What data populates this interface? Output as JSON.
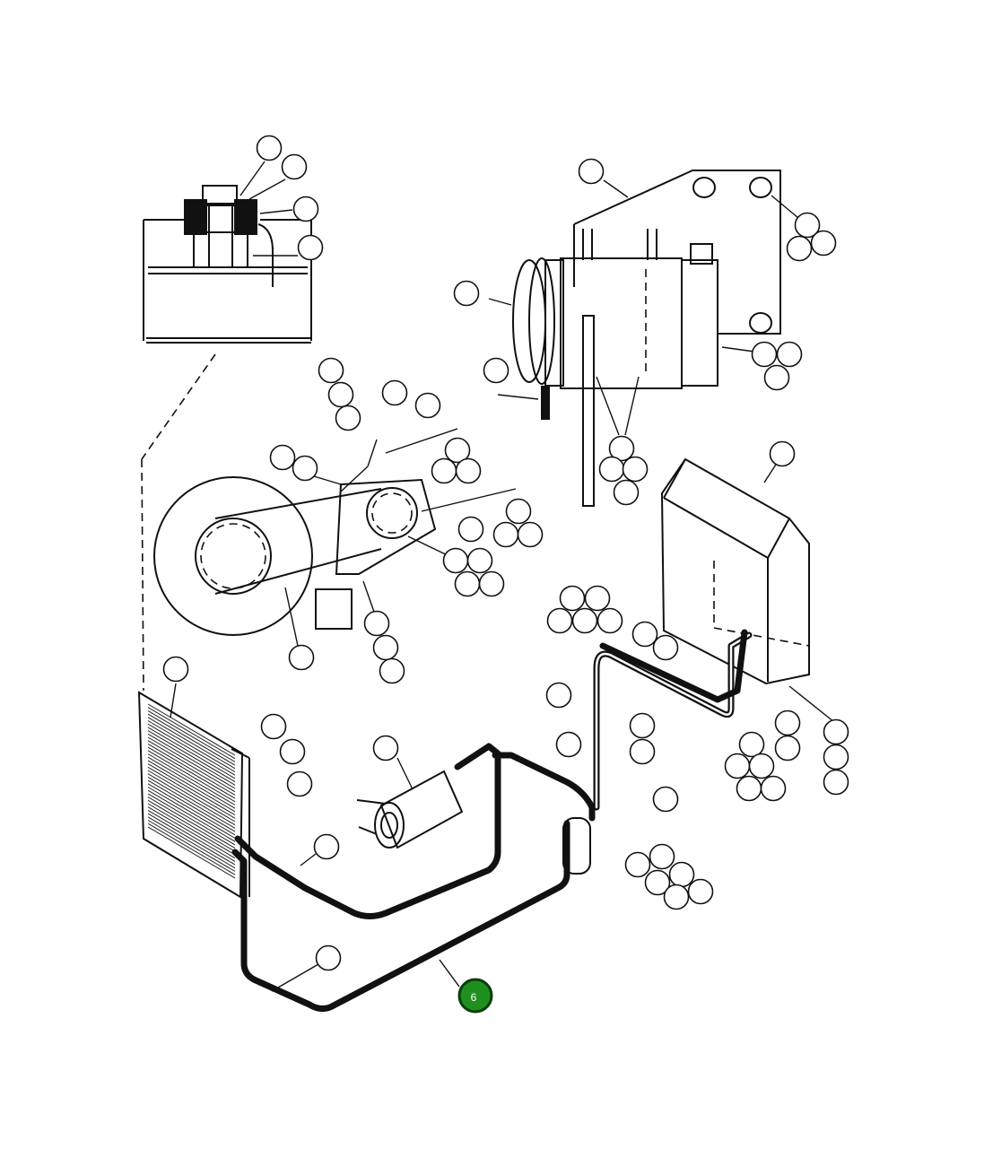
{
  "diagram": {
    "highlight_color": "#1f8f1f",
    "line_color": "#111111",
    "background": "#ffffff",
    "callouts": [
      {
        "id": "c1",
        "label": ""
      },
      {
        "id": "c2",
        "label": ""
      },
      {
        "id": "c3",
        "label": ""
      },
      {
        "id": "c4",
        "label": ""
      },
      {
        "id": "c5",
        "label": ""
      },
      {
        "id": "c6",
        "label": ""
      },
      {
        "id": "c7",
        "label": ""
      },
      {
        "id": "c8",
        "label": ""
      },
      {
        "id": "c9",
        "label": ""
      },
      {
        "id": "c10",
        "label": ""
      },
      {
        "id": "c11",
        "label": ""
      },
      {
        "id": "c12",
        "label": ""
      },
      {
        "id": "c13",
        "label": ""
      },
      {
        "id": "c14",
        "label": ""
      },
      {
        "id": "c15",
        "label": ""
      },
      {
        "id": "c16",
        "label": ""
      },
      {
        "id": "c17",
        "label": ""
      },
      {
        "id": "c18",
        "label": ""
      },
      {
        "id": "c19",
        "label": ""
      },
      {
        "id": "c20",
        "label": ""
      },
      {
        "id": "c21",
        "label": ""
      },
      {
        "id": "c22",
        "label": ""
      },
      {
        "id": "c23",
        "label": ""
      },
      {
        "id": "c24",
        "label": ""
      },
      {
        "id": "c25",
        "label": ""
      },
      {
        "id": "c26",
        "label": ""
      },
      {
        "id": "c27",
        "label": ""
      },
      {
        "id": "c28",
        "label": ""
      },
      {
        "id": "c29",
        "label": ""
      },
      {
        "id": "c30",
        "label": ""
      },
      {
        "id": "c31",
        "label": ""
      },
      {
        "id": "c32",
        "label": ""
      },
      {
        "id": "c33",
        "label": ""
      },
      {
        "id": "c34",
        "label": ""
      },
      {
        "id": "c35",
        "label": ""
      },
      {
        "id": "c36",
        "label": ""
      },
      {
        "id": "c37",
        "label": ""
      },
      {
        "id": "c38",
        "label": ""
      },
      {
        "id": "c39",
        "label": ""
      },
      {
        "id": "c40",
        "label": ""
      },
      {
        "id": "c41",
        "label": ""
      },
      {
        "id": "c42",
        "label": ""
      },
      {
        "id": "c43",
        "label": ""
      },
      {
        "id": "c44",
        "label": ""
      },
      {
        "id": "c45",
        "label": ""
      },
      {
        "id": "c46",
        "label": ""
      },
      {
        "id": "c47",
        "label": ""
      },
      {
        "id": "c48",
        "label": ""
      },
      {
        "id": "c49",
        "label": ""
      },
      {
        "id": "c50",
        "label": ""
      },
      {
        "id": "c51",
        "label": ""
      },
      {
        "id": "c52",
        "label": ""
      },
      {
        "id": "c53",
        "label": ""
      },
      {
        "id": "c54",
        "label": ""
      },
      {
        "id": "c55",
        "label": ""
      },
      {
        "id": "c56",
        "label": ""
      },
      {
        "id": "c57",
        "label": ""
      },
      {
        "id": "c58",
        "label": ""
      },
      {
        "id": "c59",
        "label": ""
      },
      {
        "id": "c60",
        "label": ""
      },
      {
        "id": "c61",
        "label": ""
      },
      {
        "id": "c62",
        "label": ""
      },
      {
        "id": "c63",
        "label": ""
      },
      {
        "id": "c64",
        "label": ""
      },
      {
        "id": "c65",
        "label": ""
      },
      {
        "id": "c66",
        "label": ""
      },
      {
        "id": "c67",
        "label": ""
      },
      {
        "id": "c68",
        "label": ""
      },
      {
        "id": "c69",
        "label": ""
      },
      {
        "id": "c70",
        "label": ""
      },
      {
        "id": "c71",
        "label": ""
      },
      {
        "id": "c72",
        "label": ""
      },
      {
        "id": "c73",
        "label": ""
      },
      {
        "id": "c74",
        "label": ""
      },
      {
        "id": "c75",
        "label": ""
      },
      {
        "id": "c76",
        "label": "6",
        "active": true
      }
    ]
  }
}
